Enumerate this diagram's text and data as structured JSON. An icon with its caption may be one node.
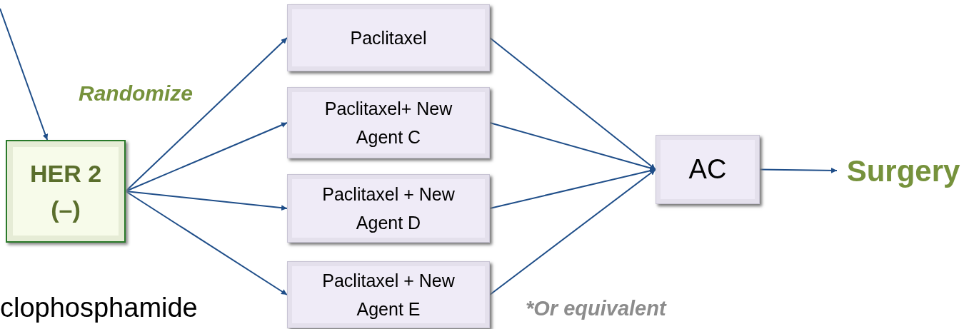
{
  "diagram": {
    "nodes": [
      {
        "text": [
          "HER 2 (–)"
        ]
      },
      {
        "text": [
          "Paclitaxel"
        ]
      },
      {
        "text": [
          "Paclitaxel+ New Agent C"
        ]
      },
      {
        "text": [
          "Paclitaxel + New Agent D"
        ]
      },
      {
        "text": [
          "Paclitaxel + New Agent E"
        ]
      },
      {
        "text": [
          "AC"
        ]
      },
      {
        "text": [
          "Surgery"
        ]
      }
    ],
    "edges": [
      {
        "from": null,
        "to": 0,
        "arrow": "to"
      },
      {
        "from": 0,
        "to": 1,
        "arrow": "to"
      },
      {
        "from": 0,
        "to": 2,
        "arrow": "to"
      },
      {
        "from": 0,
        "to": 3,
        "arrow": "to"
      },
      {
        "from": 0,
        "to": 4,
        "arrow": "to"
      },
      {
        "from": 1,
        "to": 5,
        "arrow": "to"
      },
      {
        "from": 2,
        "to": 5,
        "arrow": "to"
      },
      {
        "from": 3,
        "to": 5,
        "arrow": "to"
      },
      {
        "from": 4,
        "to": 5,
        "arrow": "to"
      },
      {
        "from": 5,
        "to": 6,
        "arrow": "to"
      }
    ],
    "labels": [
      "Randomize",
      "clophosphamide",
      "*Or equivalent"
    ]
  }
}
